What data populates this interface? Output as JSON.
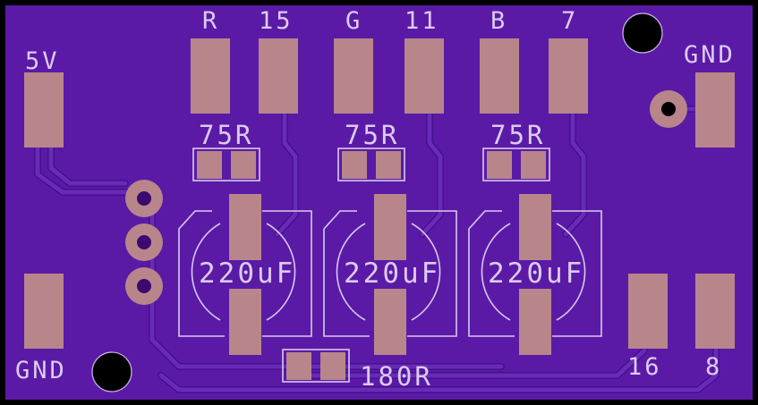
{
  "board": {
    "colors": {
      "substrate": "#000000",
      "board": "#5a1aa6",
      "copper": "#6a2ab8",
      "pad": "#b8868a",
      "silkscreen": "#dccbf2",
      "hole": "#000000"
    }
  },
  "labels": {
    "pin_r": "R",
    "pin_15": "15",
    "pin_g": "G",
    "pin_11": "11",
    "pin_b": "B",
    "pin_7": "7",
    "pin_5v": "5V",
    "pin_gnd_right": "GND",
    "pin_gnd_left": "GND",
    "pin_16": "16",
    "pin_8": "8",
    "res_red": "75R",
    "res_green": "75R",
    "res_blue": "75R",
    "res_sync": "180R",
    "cap_red": "220uF",
    "cap_green": "220uF",
    "cap_blue": "220uF"
  }
}
